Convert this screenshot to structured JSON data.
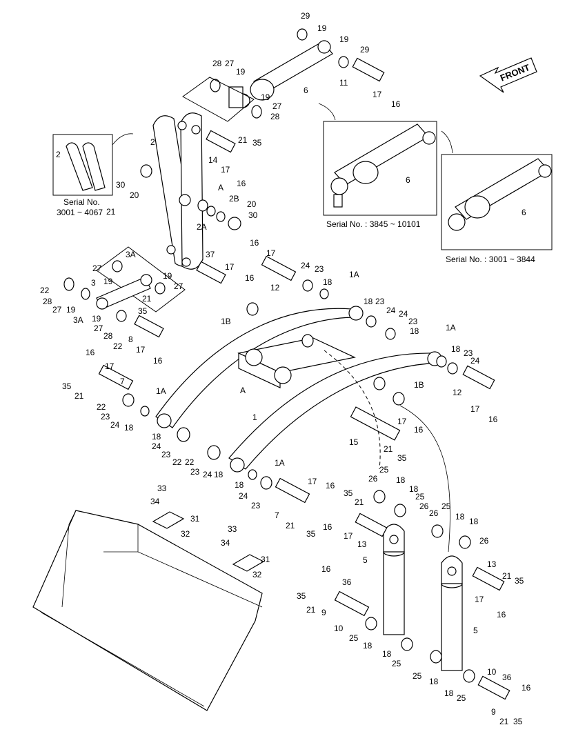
{
  "front_arrow": {
    "label": "FRONT"
  },
  "insets": [
    {
      "caption_line1": "Serial No.",
      "caption_line2": "3001 ~ 4067",
      "part": "2"
    },
    {
      "caption": "Serial No. : 3845 ~ 10101",
      "part": "6"
    },
    {
      "caption": "Serial No. : 3001 ~ 3844",
      "part": "6"
    }
  ],
  "callouts": [
    "29",
    "19",
    "19",
    "29",
    "28",
    "27",
    "19",
    "6",
    "11",
    "17",
    "16",
    "19",
    "27",
    "28",
    "2",
    "21",
    "35",
    "14",
    "17",
    "16",
    "A",
    "2B",
    "20",
    "30",
    "2A",
    "30",
    "20",
    "21",
    "16",
    "17",
    "37",
    "17",
    "16",
    "24",
    "23",
    "18",
    "12",
    "1A",
    "3A",
    "27",
    "19",
    "19",
    "27",
    "22",
    "28",
    "27",
    "19",
    "3A",
    "3",
    "21",
    "35",
    "19",
    "27",
    "28",
    "22",
    "8",
    "17",
    "16",
    "18",
    "23",
    "24",
    "1B",
    "24",
    "23",
    "18",
    "1A",
    "18",
    "23",
    "24",
    "12",
    "17",
    "16",
    "16",
    "17",
    "35",
    "21",
    "7",
    "22",
    "23",
    "24",
    "18",
    "1A",
    "A",
    "1B",
    "1",
    "17",
    "16",
    "15",
    "21",
    "35",
    "18",
    "24",
    "23",
    "22",
    "22",
    "23",
    "24",
    "18",
    "1A",
    "18",
    "24",
    "23",
    "17",
    "16",
    "7",
    "21",
    "35",
    "26",
    "25",
    "18",
    "18",
    "25",
    "26",
    "35",
    "16",
    "17",
    "21",
    "13",
    "25",
    "26",
    "18",
    "18",
    "26",
    "13",
    "21",
    "35",
    "17",
    "16",
    "33",
    "34",
    "31",
    "32",
    "33",
    "34",
    "31",
    "32",
    "5",
    "5",
    "16",
    "36",
    "35",
    "21",
    "9",
    "10",
    "25",
    "18",
    "18",
    "25",
    "25",
    "18",
    "18",
    "25",
    "10",
    "36",
    "16",
    "9",
    "21",
    "35"
  ]
}
